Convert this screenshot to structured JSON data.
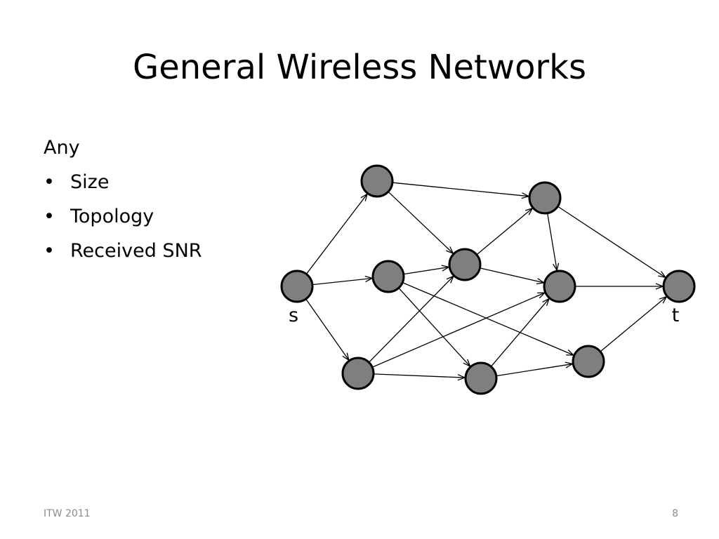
{
  "slide": {
    "title": "General Wireless Networks",
    "intro": "Any",
    "bullets": [
      "Size",
      "Topology",
      "Received SNR"
    ],
    "footer_left": "ITW 2011",
    "page_number": "8"
  },
  "network": {
    "node_color": "#7f7f7f",
    "nodes": [
      {
        "id": "s",
        "label": "s"
      },
      {
        "id": "a",
        "label": ""
      },
      {
        "id": "b",
        "label": ""
      },
      {
        "id": "c",
        "label": ""
      },
      {
        "id": "d",
        "label": ""
      },
      {
        "id": "e",
        "label": ""
      },
      {
        "id": "f",
        "label": ""
      },
      {
        "id": "g",
        "label": ""
      },
      {
        "id": "h",
        "label": ""
      },
      {
        "id": "t",
        "label": "t"
      }
    ],
    "edges": [
      [
        "s",
        "a"
      ],
      [
        "s",
        "b"
      ],
      [
        "s",
        "c"
      ],
      [
        "a",
        "d"
      ],
      [
        "a",
        "e"
      ],
      [
        "b",
        "e"
      ],
      [
        "b",
        "g"
      ],
      [
        "b",
        "h"
      ],
      [
        "c",
        "e"
      ],
      [
        "c",
        "f"
      ],
      [
        "c",
        "g"
      ],
      [
        "e",
        "d"
      ],
      [
        "e",
        "f"
      ],
      [
        "d",
        "f"
      ],
      [
        "d",
        "t"
      ],
      [
        "f",
        "t"
      ],
      [
        "g",
        "f"
      ],
      [
        "g",
        "h"
      ],
      [
        "h",
        "t"
      ]
    ]
  }
}
